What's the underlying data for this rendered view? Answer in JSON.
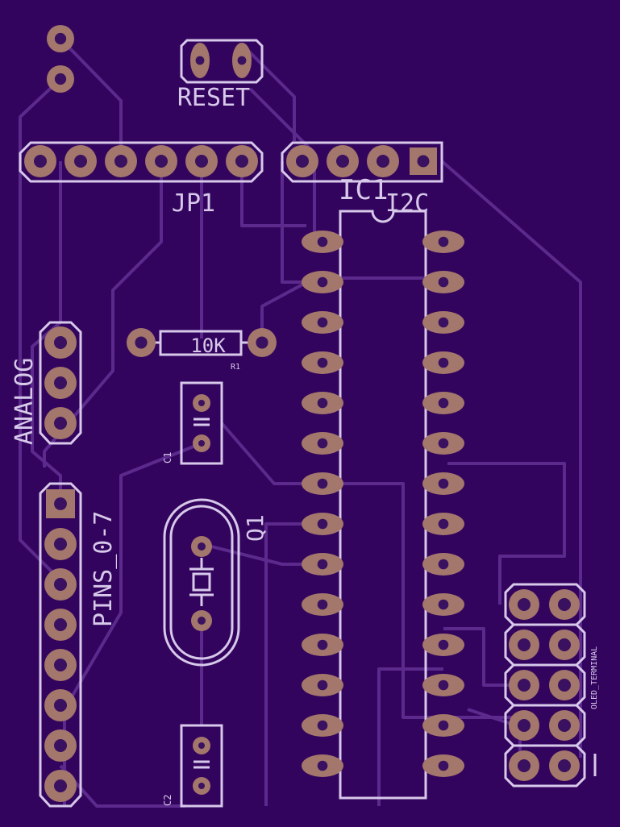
{
  "board": {
    "background_color": "#33045e",
    "trace_color": "#5b2a8c",
    "silk_color": "#d7c9ea",
    "pad_copper_color": "#a3776b",
    "drill_color": "#3a1060"
  },
  "labels": {
    "reset": "RESET",
    "jp1": "JP1",
    "ic1": "IC1",
    "i2c": "I2C",
    "resistor_value": "10K",
    "resistor_ref": "R1",
    "analog": "ANALOG",
    "pins": "PINS_0-7",
    "c1": "C1",
    "q1": "Q1",
    "c2": "C2",
    "oled": "OLED_TERMINAL"
  }
}
